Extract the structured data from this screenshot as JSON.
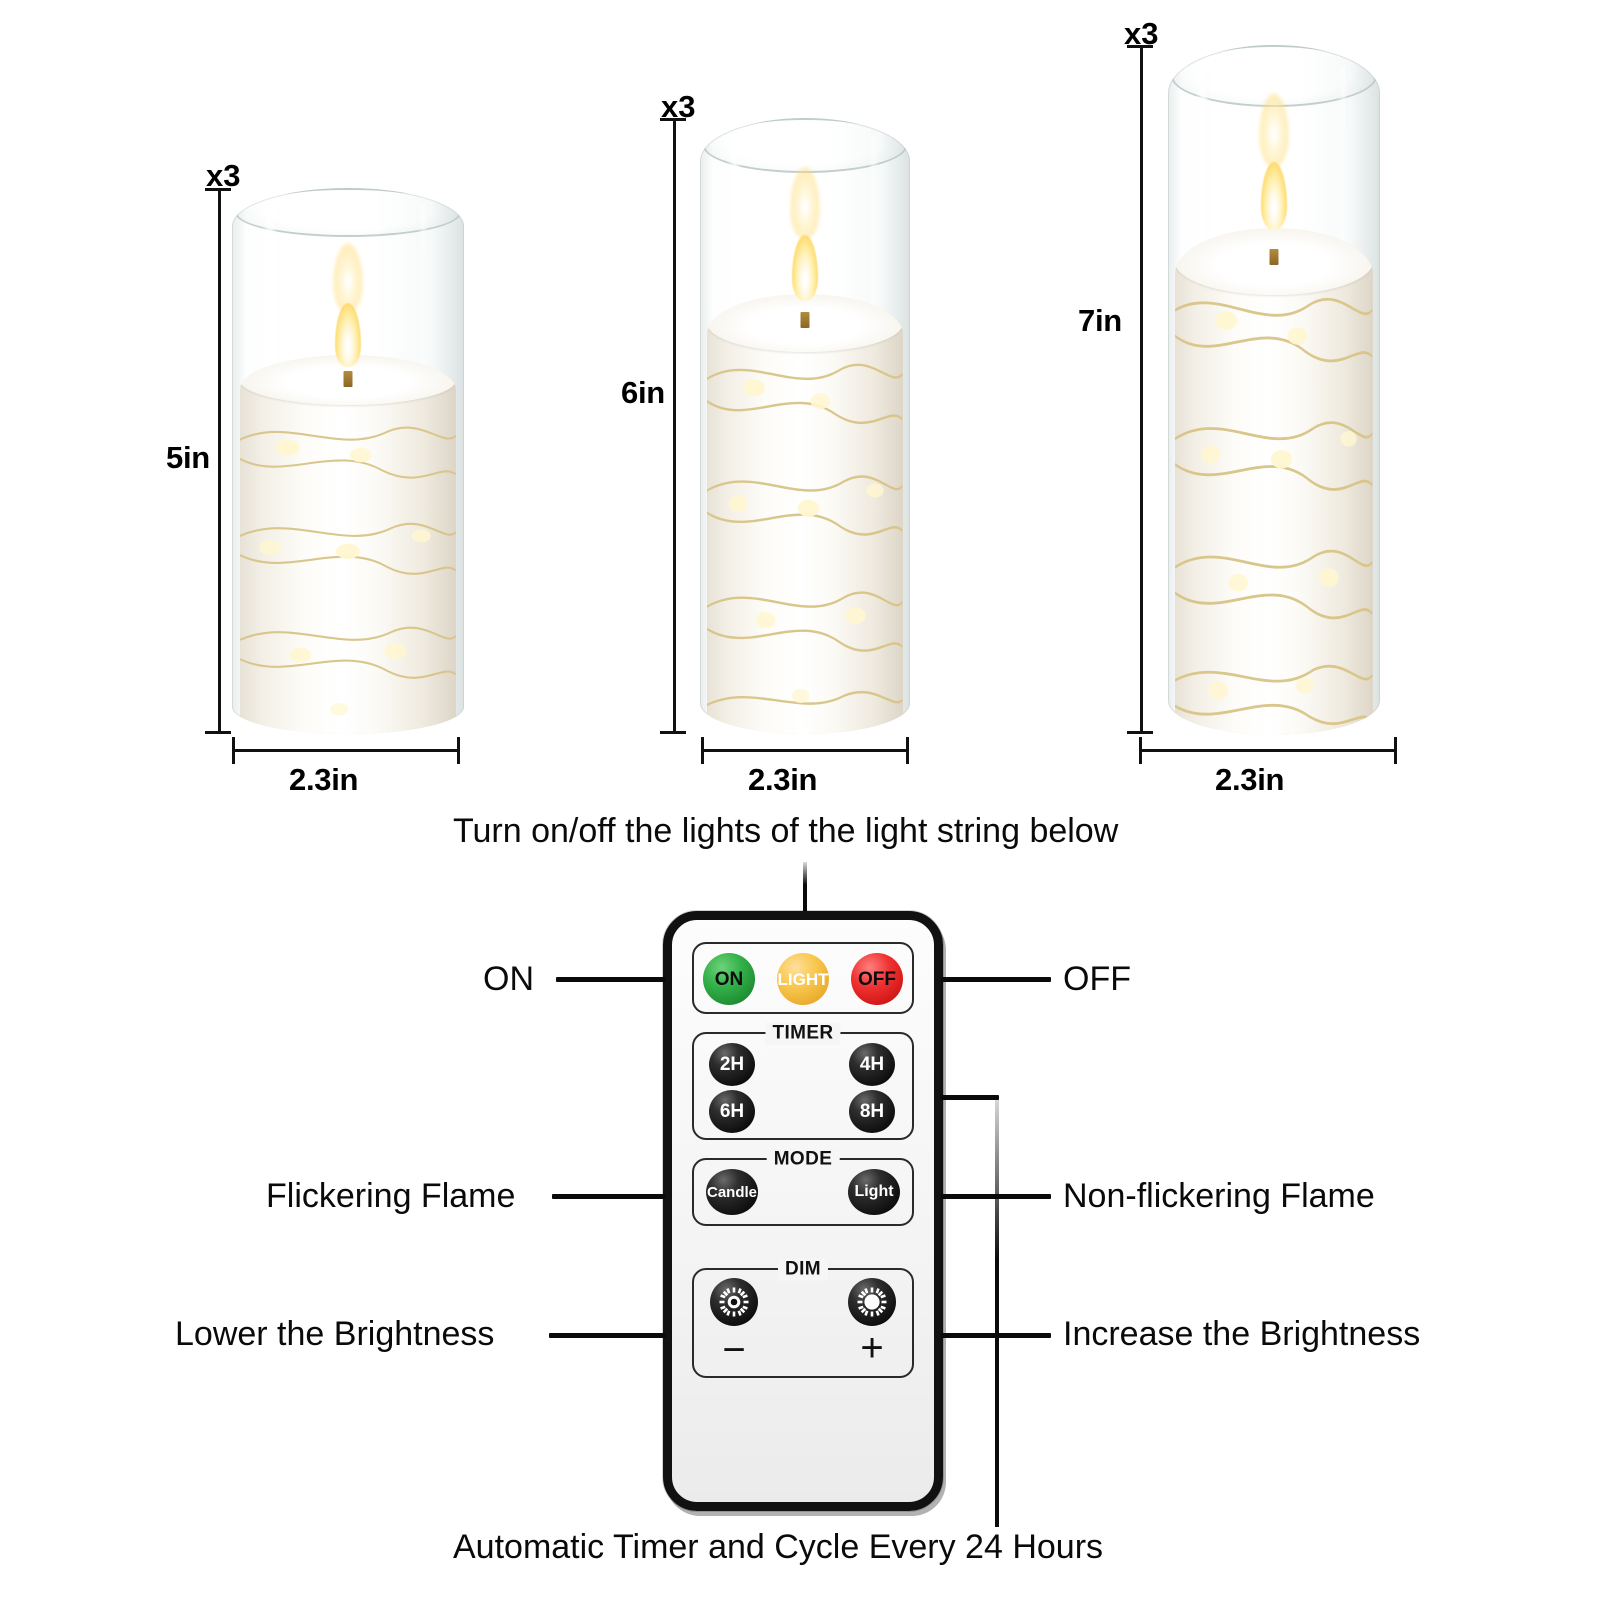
{
  "product": {
    "candles": [
      {
        "id": "candle-small",
        "qty_label": "x3",
        "height_label": "5in",
        "width_label": "2.3in"
      },
      {
        "id": "candle-medium",
        "qty_label": "x3",
        "height_label": "6in",
        "width_label": "2.3in"
      },
      {
        "id": "candle-large",
        "qty_label": "x3",
        "height_label": "7in",
        "width_label": "2.3in"
      }
    ]
  },
  "annotations": {
    "top": "Turn on/off the lights of the light string below",
    "bottom": "Automatic Timer and Cycle Every 24 Hours",
    "left": [
      {
        "key": "on",
        "text": "ON"
      },
      {
        "key": "flickering",
        "text": "Flickering Flame"
      },
      {
        "key": "lower-brightness",
        "text": "Lower the Brightness"
      }
    ],
    "right": [
      {
        "key": "off",
        "text": "OFF"
      },
      {
        "key": "non-flickering",
        "text": "Non-flickering Flame"
      },
      {
        "key": "increase-brightness",
        "text": "Increase the Brightness"
      }
    ]
  },
  "remote": {
    "power_row": [
      {
        "key": "on",
        "label": "ON",
        "color": "#2aa63d",
        "text_color": "#0d0d0d"
      },
      {
        "key": "light",
        "label": "LIGHT",
        "color": "#efb43a",
        "text_color": "#ffffff"
      },
      {
        "key": "off",
        "label": "OFF",
        "color": "#e32121",
        "text_color": "#0d0d0d"
      }
    ],
    "timer": {
      "legend": "TIMER",
      "buttons": [
        {
          "key": "2h",
          "label": "2H"
        },
        {
          "key": "4h",
          "label": "4H"
        },
        {
          "key": "6h",
          "label": "6H"
        },
        {
          "key": "8h",
          "label": "8H"
        }
      ]
    },
    "mode": {
      "legend": "MODE",
      "buttons": [
        {
          "key": "candle",
          "label": "Candle"
        },
        {
          "key": "light",
          "label": "Light"
        }
      ]
    },
    "dim": {
      "legend": "DIM",
      "buttons": [
        {
          "key": "dim-down",
          "icon": "sun-small-icon",
          "sign": "−"
        },
        {
          "key": "dim-up",
          "icon": "sun-large-icon",
          "sign": "+"
        }
      ]
    },
    "button_text_color": "#ffffff",
    "body_color": "#f4f4f4",
    "border_color": "#111111"
  }
}
